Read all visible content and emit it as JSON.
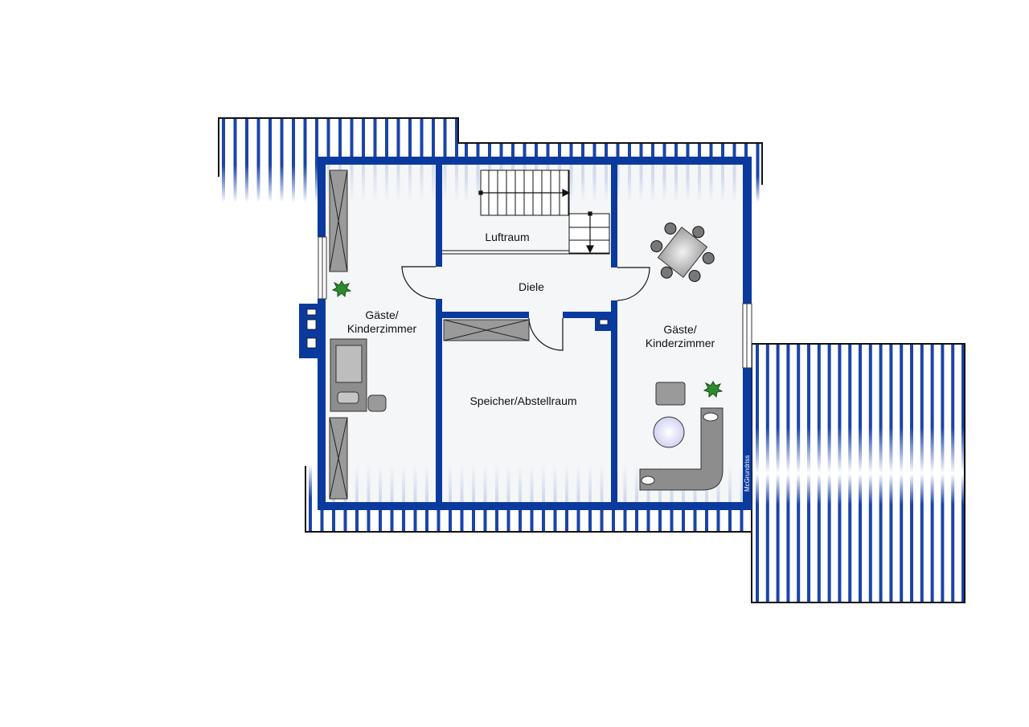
{
  "title": "Dachgeschoss Grundriss",
  "rooms": {
    "left": [
      "Gäste/",
      "Kinderzimmer"
    ],
    "luftraum": "Luftraum",
    "diele": "Diele",
    "speicher": "Speicher/Abstellraum",
    "right": [
      "Gäste/",
      "Kinderzimmer"
    ]
  },
  "brand": "McGrundriss",
  "colors": {
    "wall": "#0b3a9e",
    "floor": "#f3f4f7",
    "stripe": "#1a44a8",
    "furniture": "#8c8c8c"
  }
}
